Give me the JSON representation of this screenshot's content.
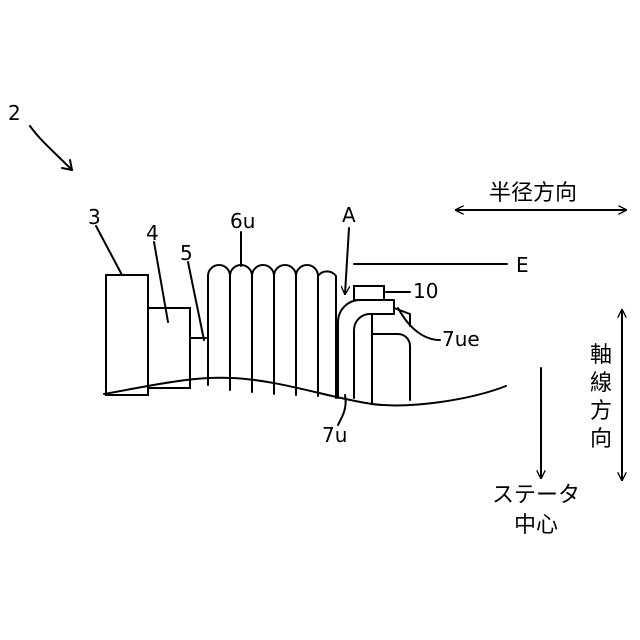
{
  "labels": {
    "figure_ref": "2",
    "part_3": "3",
    "part_4": "4",
    "part_5": "5",
    "coil_end": "6u",
    "region_a": "A",
    "line_e": "E",
    "part_10": "10",
    "lead_end": "7ue",
    "lead": "7u"
  },
  "directions": {
    "radial": "半径方向",
    "axial_chars": [
      "軸",
      "線",
      "方",
      "向"
    ],
    "stator_center_line1": "ステータ",
    "stator_center_line2": "中心"
  }
}
